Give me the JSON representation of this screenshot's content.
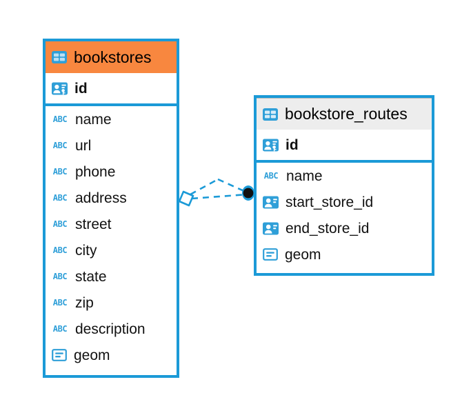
{
  "diagram": {
    "type": "entity-relationship-diagram",
    "background": "#ffffff",
    "accent_color": "#1b9ad7",
    "highlight_color": "#f8873f",
    "header_plain_color": "#ededed"
  },
  "entities": [
    {
      "id": "bookstores",
      "title": "bookstores",
      "header_style": "accent",
      "table_icon": "table-icon",
      "primary_key": {
        "name": "id",
        "icon": "primary-key-icon"
      },
      "fields": [
        {
          "name": "name",
          "icon": "text-type-icon"
        },
        {
          "name": "url",
          "icon": "text-type-icon"
        },
        {
          "name": "phone",
          "icon": "text-type-icon"
        },
        {
          "name": "address",
          "icon": "text-type-icon"
        },
        {
          "name": "street",
          "icon": "text-type-icon"
        },
        {
          "name": "city",
          "icon": "text-type-icon"
        },
        {
          "name": "state",
          "icon": "text-type-icon"
        },
        {
          "name": "zip",
          "icon": "text-type-icon"
        },
        {
          "name": "description",
          "icon": "text-type-icon"
        },
        {
          "name": "geom",
          "icon": "geometry-type-icon"
        }
      ]
    },
    {
      "id": "bookstore_routes",
      "title": "bookstore_routes",
      "header_style": "plain",
      "table_icon": "table-icon",
      "primary_key": {
        "name": "id",
        "icon": "primary-key-icon"
      },
      "fields": [
        {
          "name": "name",
          "icon": "text-type-icon"
        },
        {
          "name": "start_store_id",
          "icon": "foreign-key-icon"
        },
        {
          "name": "end_store_id",
          "icon": "foreign-key-icon"
        },
        {
          "name": "geom",
          "icon": "geometry-type-icon"
        }
      ]
    }
  ],
  "relationship": {
    "from_entity": "bookstores",
    "to_entity": "bookstore_routes",
    "line_style": "dashed",
    "source_marker": "rhombus-marker",
    "target_marker": "filled-circle-marker",
    "color": "#1b9ad7"
  },
  "icon_labels": {
    "text_type": "ABC"
  }
}
